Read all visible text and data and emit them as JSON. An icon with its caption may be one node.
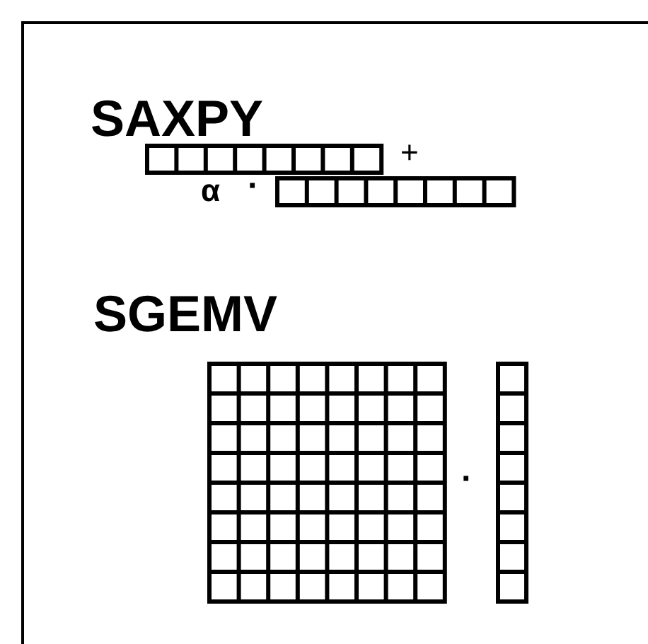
{
  "diagram": {
    "labels": [
      "SAXPY",
      "+",
      "α",
      "·",
      "SGEMV",
      "·"
    ]
  }
}
